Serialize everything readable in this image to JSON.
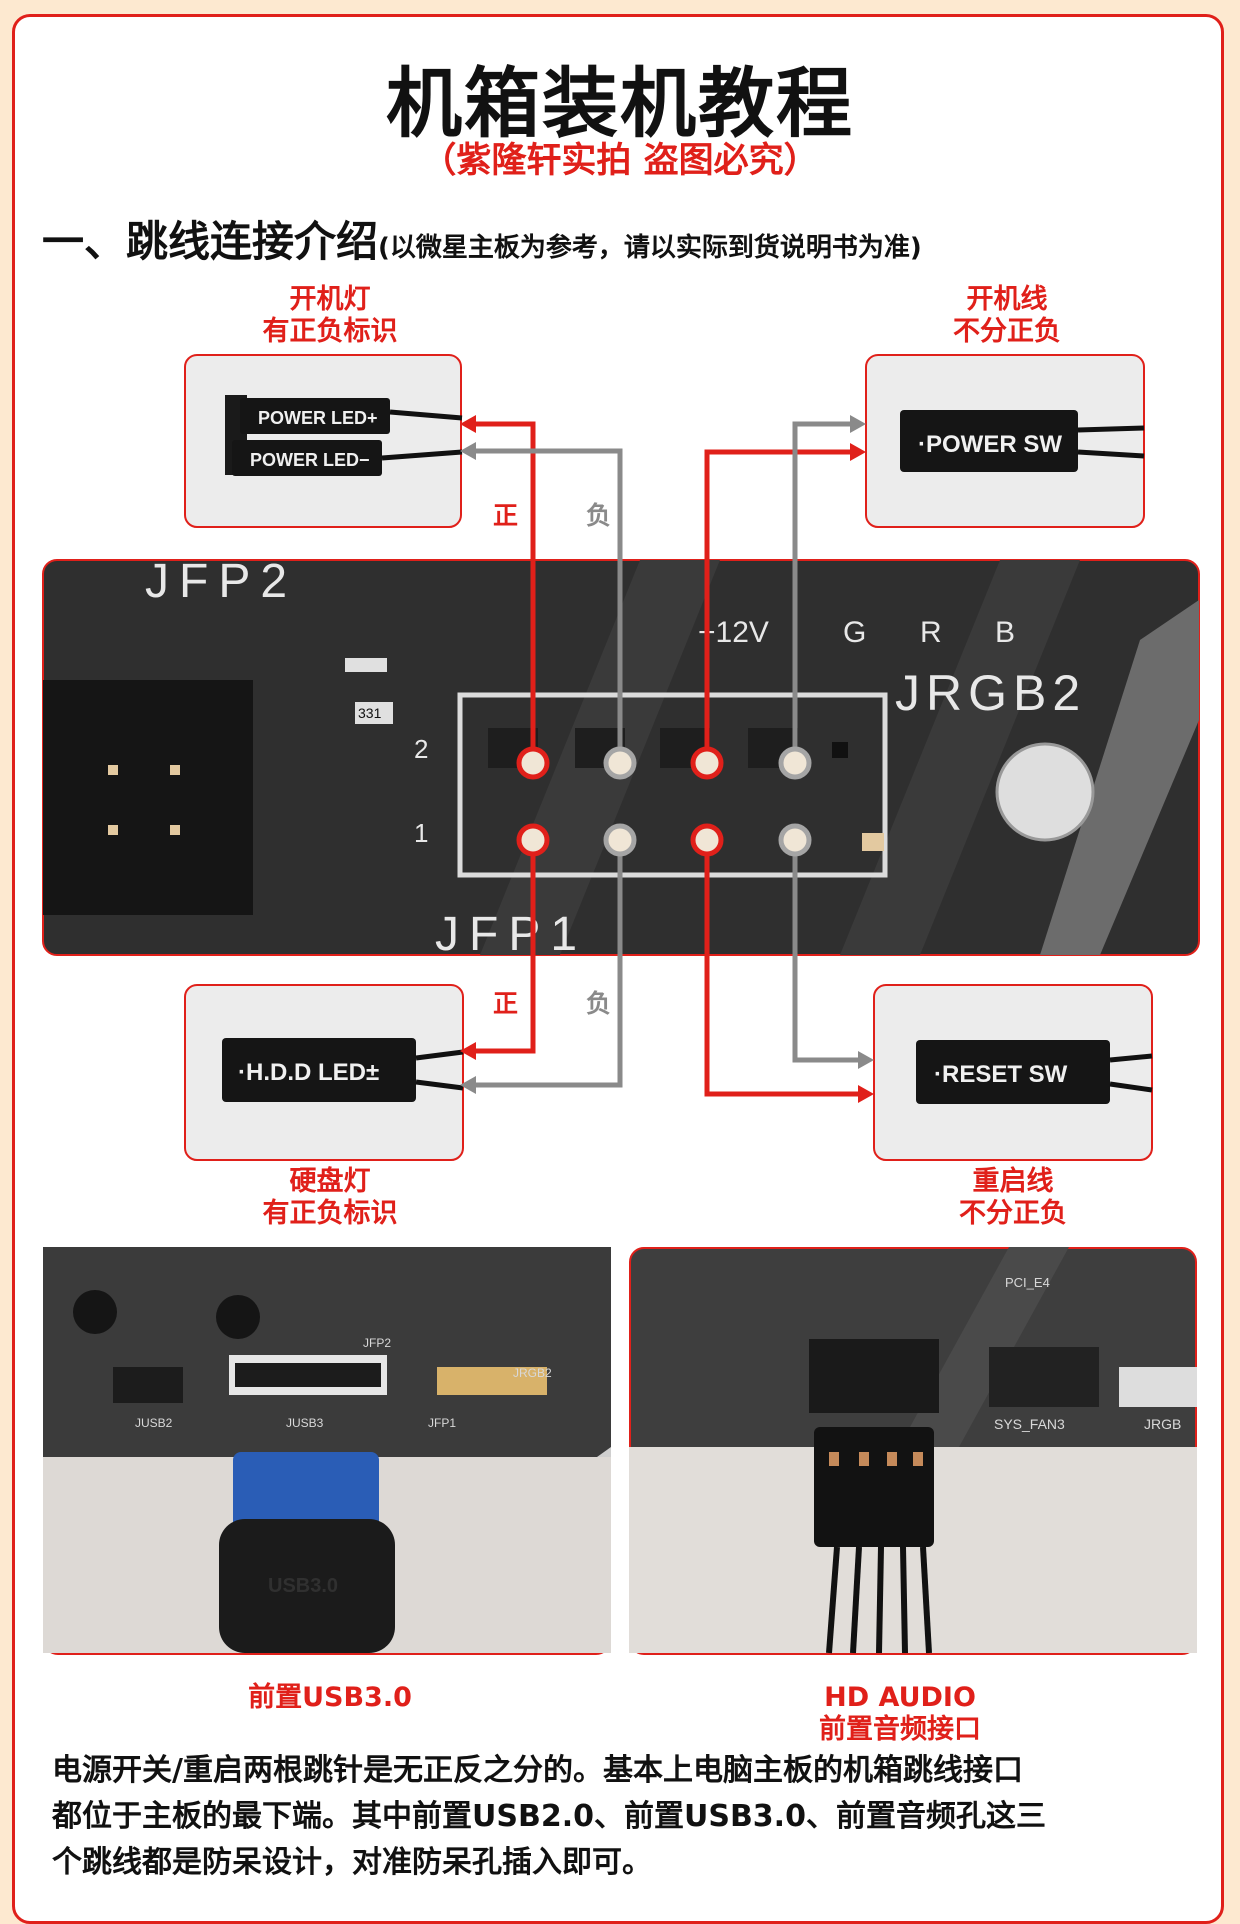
{
  "title": "机箱装机教程",
  "subtitle": "（紫隆轩实拍 盗图必究）",
  "section": {
    "heading": "一、跳线连接介绍",
    "note": "(以微星主板为参考，请以实际到货说明书为准)"
  },
  "connectors": {
    "power_led": {
      "caption_line1": "开机灯",
      "caption_line2": "有正负标识",
      "plug_top": "POWER LED+",
      "plug_bottom": "POWER LED−"
    },
    "power_sw": {
      "caption_line1": "开机线",
      "caption_line2": "不分正负",
      "plug": "·POWER SW"
    },
    "hdd_led": {
      "caption_line1": "硬盘灯",
      "caption_line2": "有正负标识",
      "plug": "·H.D.D LED±"
    },
    "reset_sw": {
      "caption_line1": "重启线",
      "caption_line2": "不分正负",
      "plug": "·RESET SW"
    }
  },
  "polarity": {
    "positive": "正",
    "negative": "负"
  },
  "board": {
    "header_name": "JFP1",
    "header_name_top": "JFP2",
    "rgb_name": "JRGB2",
    "rgb_pins": [
      "+12V",
      "G",
      "R",
      "B"
    ],
    "pin_row_top": "2",
    "pin_row_bottom": "1",
    "resistor": "331"
  },
  "photos": {
    "usb": {
      "caption": "前置USB3.0",
      "board_labels": [
        "JUSB2",
        "JUSB3",
        "JFP1",
        "JFP2",
        "JRGB2"
      ],
      "plug_text": "USB3.0"
    },
    "audio": {
      "caption_line1": "HD AUDIO",
      "caption_line2": "前置音频接口",
      "board_labels": [
        "PCI_E4",
        "SYS_FAN3",
        "JRGB"
      ]
    }
  },
  "paragraph": [
    "电源开关/重启两根跳针是无正反之分的。基本上电脑主板的机箱跳线接口",
    "都位于主板的最下端。其中前置USB2.0、前置USB3.0、前置音频孔这三",
    "个跳线都是防呆设计，对准防呆孔插入即可。"
  ],
  "colors": {
    "accent": "#e0201a",
    "wire_gray": "#8a8a8a",
    "board": "#2e2e2e"
  }
}
